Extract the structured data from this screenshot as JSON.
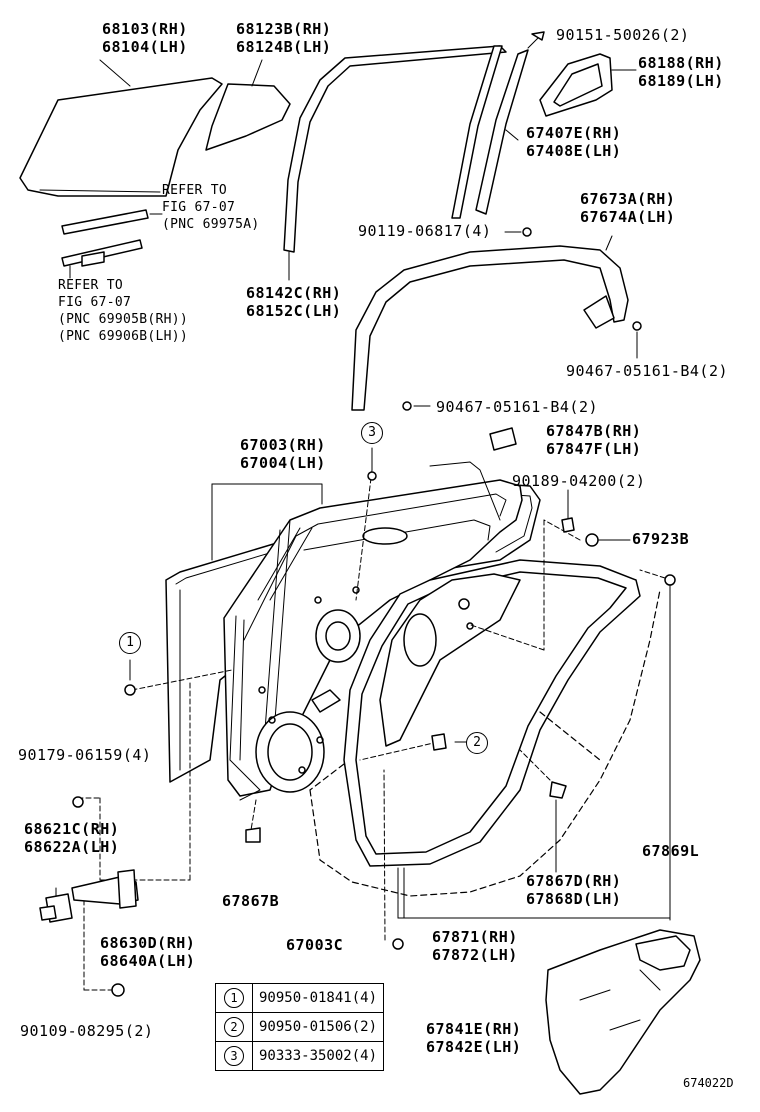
{
  "labels": {
    "glass_front_rh": "68103(RH)",
    "glass_front_lh": "68104(LH)",
    "glass_quarter_rh": "68123B(RH)",
    "glass_quarter_lh": "68124B(LH)",
    "screw_top": "90151-50026(2)",
    "quarter_frame_rh": "68188(RH)",
    "quarter_frame_lh": "68189(LH)",
    "run_rh": "67407E(RH)",
    "run_lh": "67408E(LH)",
    "refer_a_1": "REFER TO",
    "refer_a_2": "FIG 67-07",
    "refer_a_3": "(PNC 69975A)",
    "refer_b_1": "REFER TO",
    "refer_b_2": "FIG 67-07",
    "refer_b_3": "(PNC 69905B(RH))",
    "refer_b_4": "(PNC 69906B(LH))",
    "bolt_90119": "90119-06817(4)",
    "molding_rh": "67673A(RH)",
    "molding_lh": "67674A(LH)",
    "channel_rh": "68142C(RH)",
    "channel_lh": "68152C(LH)",
    "clip_b4_right": "90467-05161-B4(2)",
    "clip_b4_left": "90467-05161-B4(2)",
    "door_rh": "67003(RH)",
    "door_lh": "67004(LH)",
    "plug_rh": "67847B(RH)",
    "plug_lh": "67847F(LH)",
    "nut_90189": "90189-04200(2)",
    "clip_67923b": "67923B",
    "bolt_90179": "90179-06159(4)",
    "hinge_upper_rh": "68621C(RH)",
    "hinge_upper_lh": "68622A(LH)",
    "hole_plug_67867b": "67867B",
    "weather_67869l": "67869L",
    "weather_rh": "67867D(RH)",
    "weather_lh": "67868D(LH)",
    "hinge_lower_rh": "68630D(RH)",
    "hinge_lower_lh": "68640A(LH)",
    "plug_67003c": "67003C",
    "strip_rh": "67871(RH)",
    "strip_lh": "67872(LH)",
    "bolt_90109": "90109-08295(2)",
    "cover_rh": "67841E(RH)",
    "cover_lh": "67842E(LH)",
    "callout_1": "1",
    "callout_2": "2",
    "callout_3": "3",
    "diagram_code": "674022D"
  },
  "legend": [
    {
      "num": "1",
      "part": "90950-01841(4)"
    },
    {
      "num": "2",
      "part": "90950-01506(2)"
    },
    {
      "num": "3",
      "part": "90333-35002(4)"
    }
  ]
}
